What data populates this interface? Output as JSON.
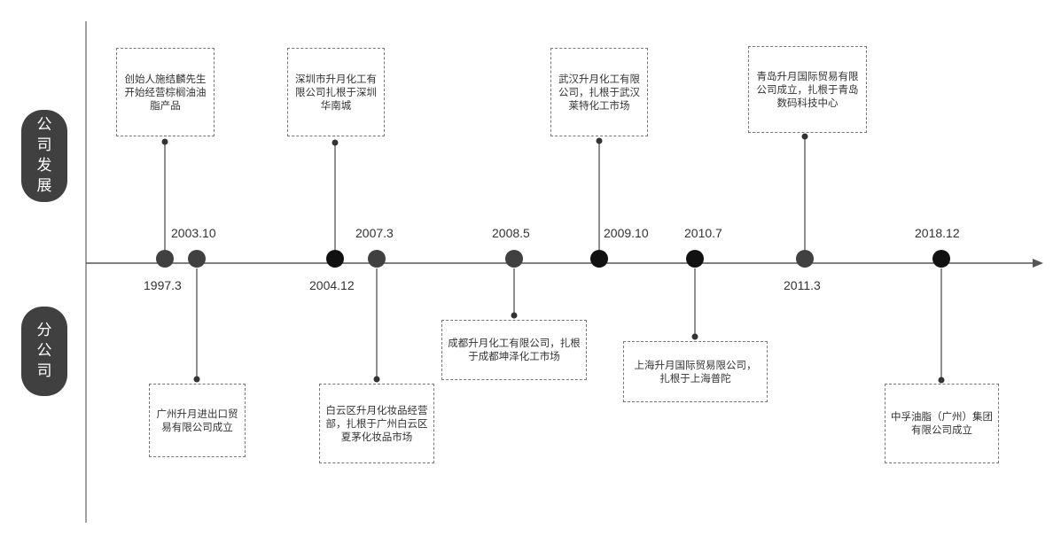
{
  "sections": {
    "top": "公司发展",
    "bottom": "分公司"
  },
  "years": {
    "y1997": "1997.3",
    "y2003": "2003.10",
    "y2004": "2004.12",
    "y2007": "2007.3",
    "y2008": "2008.5",
    "y2009": "2009.10",
    "y2010": "2010.7",
    "y2011": "2011.3",
    "y2018": "2018.12"
  },
  "events": {
    "e1997": "创始人施结麟先生开始经营棕榈油油脂产品",
    "e2004": "深圳市升月化工有限公司扎根于深圳华南城",
    "e2009": "武汉升月化工有限公司，扎根于武汉莱特化工市场",
    "e2011": "青岛升月国际贸易有限公司成立，扎根于青岛数码科技中心",
    "e2003": "广州升月进出口贸易有限公司成立",
    "e2007": "白云区升月化妆品经营部，扎根于广州白云区夏茅化妆品市场",
    "e2008": "成都升月化工有限公司，扎根于成都坤泽化工市场",
    "e2010": "上海升月国际贸易限公司，扎根于上海普陀",
    "e2018": "中孚油脂（广州）集团有限公司成立"
  },
  "colors": {
    "dark_node": "#111111",
    "gray_node": "#404040",
    "line": "#555555"
  }
}
